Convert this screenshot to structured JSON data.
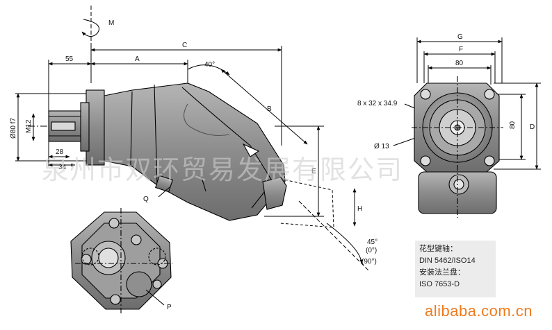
{
  "dims": {
    "M": "M",
    "d55": "55",
    "A": "A",
    "C": "C",
    "angle40": "40°",
    "B": "B",
    "E": "E",
    "H": "H",
    "Q": "Q",
    "P": "P",
    "G": "G",
    "F": "F",
    "d80_top": "80",
    "d80_side": "80",
    "D": "D",
    "spline": "8 x 32 x 34.9",
    "dia13": "Ø 13",
    "dia80f7": "Ø80 f7",
    "M12": "M12",
    "d28": "28",
    "d34": "34",
    "angle45": "45°",
    "angle0": "(0°)",
    "angle90": "(90°)"
  },
  "spec": {
    "line1": "花型键轴：",
    "line2": "DIN 5462/ISO14",
    "line3": "安装法兰盘：",
    "line4": "ISO 7653-D"
  },
  "watermark": "泉州市双环贸易发展有限公司",
  "brand": "alibaba.com.cn",
  "colors": {
    "brand_orange": "#f07a1c",
    "part_gray": "#8a8a8a",
    "line": "#000000"
  }
}
